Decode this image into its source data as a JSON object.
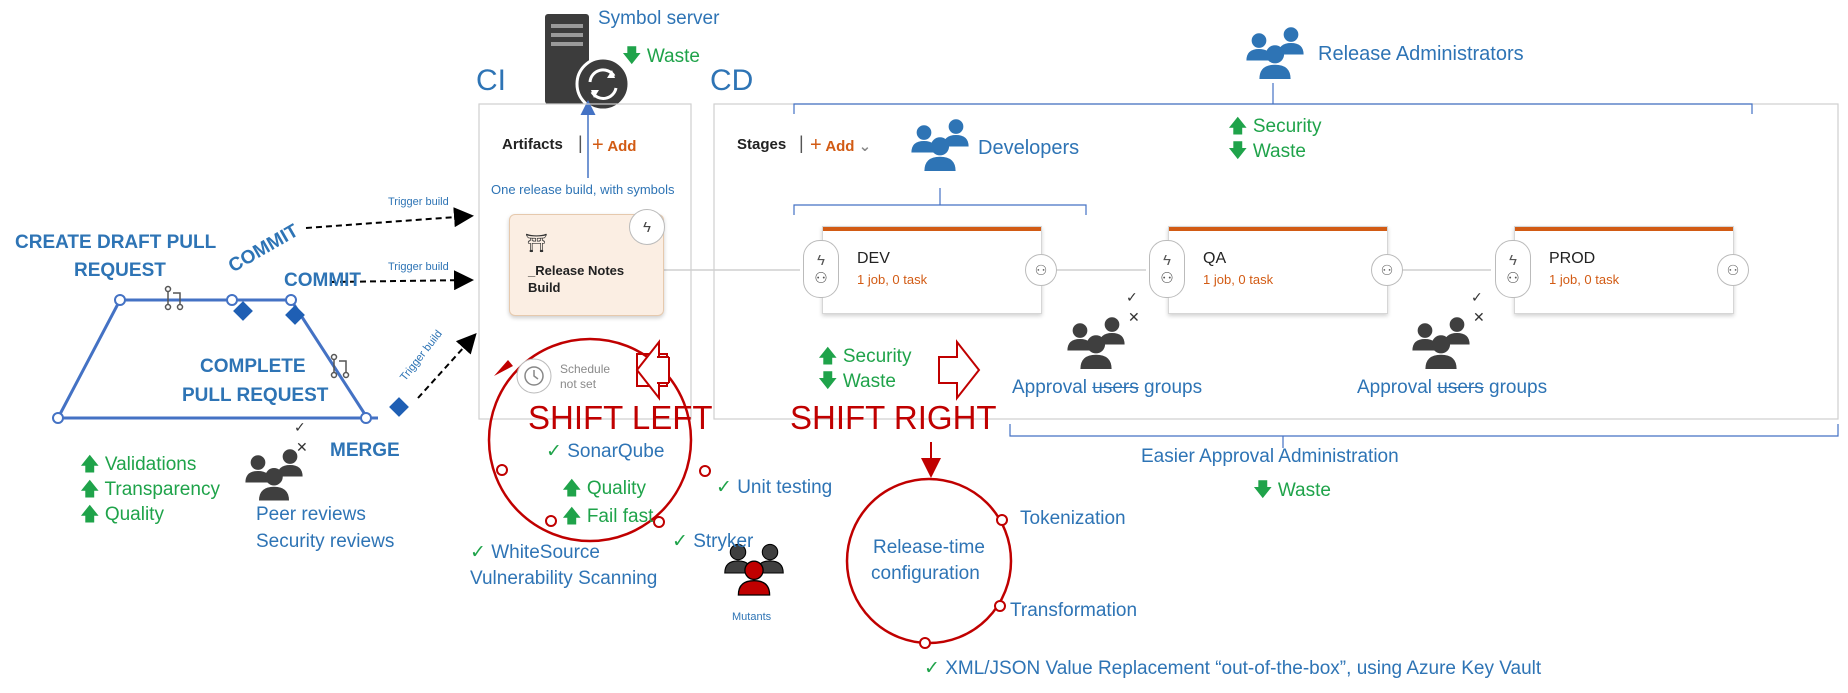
{
  "symbol_server": {
    "label": "Symbol server",
    "waste": "Waste"
  },
  "ci": {
    "heading": "CI",
    "artifacts_label": "Artifacts",
    "add_label": "Add",
    "release_note": "One release build, with symbols",
    "build_card": {
      "line1": "_Release Notes",
      "line2": "Build"
    },
    "schedule": {
      "line1": "Schedule",
      "line2": "not set"
    }
  },
  "cd": {
    "heading": "CD",
    "stages_label": "Stages",
    "add_label": "Add"
  },
  "release_admins": {
    "label": "Release Administrators",
    "security": "Security",
    "waste": "Waste"
  },
  "developers": {
    "label": "Developers"
  },
  "stages": [
    {
      "name": "DEV",
      "sub": "1 job, 0 task"
    },
    {
      "name": "QA",
      "sub": "1 job, 0 task"
    },
    {
      "name": "PROD",
      "sub": "1 job, 0 task"
    }
  ],
  "pr_flow": {
    "create_draft_line1": "CREATE DRAFT PULL",
    "create_draft_line2": "REQUEST",
    "commit1": "COMMIT",
    "commit2": "COMMIT",
    "complete_line1": "COMPLETE",
    "complete_line2": "PULL REQUEST",
    "merge": "MERGE",
    "trigger": "Trigger build"
  },
  "pr_benefits": {
    "validations": "Validations",
    "transparency": "Transparency",
    "quality": "Quality",
    "peer": "Peer reviews",
    "security": "Security reviews"
  },
  "shift_left": {
    "label": "SHIFT LEFT",
    "sonarqube": "SonarQube",
    "quality": "Quality",
    "fail_fast": "Fail fast",
    "unit_testing": "Unit testing",
    "stryker": "Stryker",
    "whitesource_line1": "WhiteSource",
    "whitesource_line2": "Vulnerability Scanning",
    "mutants": "Mutants"
  },
  "shift_right": {
    "label": "SHIFT RIGHT",
    "security": "Security",
    "waste": "Waste",
    "release_time_line1": "Release-time",
    "release_time_line2": "configuration",
    "tokenization": "Tokenization",
    "transformation": "Transformation",
    "xml_json": "XML/JSON Value Replacement “out-of-the-box”, using Azure Key Vault"
  },
  "approvals": {
    "group1": {
      "prefix": "Approval ",
      "strike": "users",
      "suffix": " groups"
    },
    "group2": {
      "prefix": "Approval ",
      "strike": "users",
      "suffix": " groups"
    },
    "easier": "Easier Approval Administration",
    "waste": "Waste"
  },
  "colors": {
    "blue": "#2e74b5",
    "green": "#1fa34a",
    "red": "#c00000",
    "orange": "#d25b14",
    "pr_line": "#4472c4"
  }
}
